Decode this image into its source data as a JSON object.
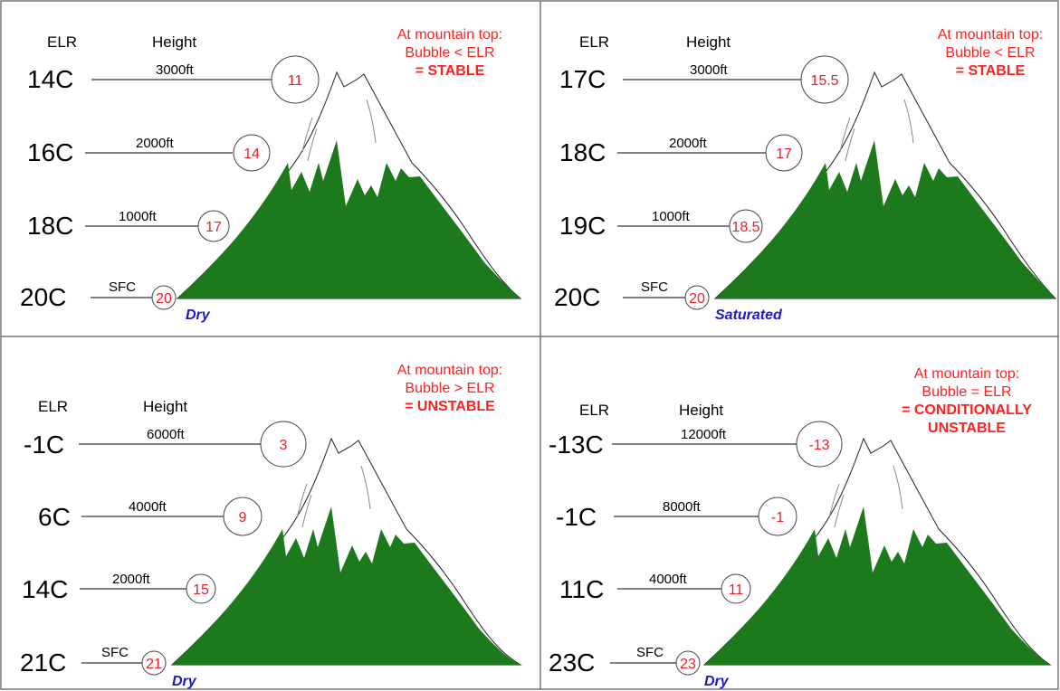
{
  "panels": [
    {
      "elr_header": "ELR",
      "height_header": "Height",
      "rows": [
        {
          "elr": "14C",
          "height": "3000ft",
          "bubble": "11"
        },
        {
          "elr": "16C",
          "height": "2000ft",
          "bubble": "14"
        },
        {
          "elr": "18C",
          "height": "1000ft",
          "bubble": "17"
        },
        {
          "elr": "20C",
          "height": "SFC",
          "bubble": "20"
        }
      ],
      "note": [
        "At mountain top:",
        "Bubble < ELR",
        "= STABLE"
      ],
      "process": "Dry"
    },
    {
      "elr_header": "ELR",
      "height_header": "Height",
      "rows": [
        {
          "elr": "17C",
          "height": "3000ft",
          "bubble": "15.5"
        },
        {
          "elr": "18C",
          "height": "2000ft",
          "bubble": "17"
        },
        {
          "elr": "19C",
          "height": "1000ft",
          "bubble": "18.5"
        },
        {
          "elr": "20C",
          "height": "SFC",
          "bubble": "20"
        }
      ],
      "note": [
        "At mountain top:",
        "Bubble < ELR",
        "= STABLE"
      ],
      "process": "Saturated"
    },
    {
      "elr_header": "ELR",
      "height_header": "Height",
      "rows": [
        {
          "elr": "-1C",
          "height": "6000ft",
          "bubble": "3"
        },
        {
          "elr": "6C",
          "height": "4000ft",
          "bubble": "9"
        },
        {
          "elr": "14C",
          "height": "2000ft",
          "bubble": "15"
        },
        {
          "elr": "21C",
          "height": "SFC",
          "bubble": "21"
        }
      ],
      "note": [
        "At mountain top:",
        "Bubble > ELR",
        "= UNSTABLE"
      ],
      "process": "Dry"
    },
    {
      "elr_header": "ELR",
      "height_header": "Height",
      "rows": [
        {
          "elr": "-13C",
          "height": "12000ft",
          "bubble": "-13"
        },
        {
          "elr": "-1C",
          "height": "8000ft",
          "bubble": "-1"
        },
        {
          "elr": "11C",
          "height": "4000ft",
          "bubble": "11"
        },
        {
          "elr": "23C",
          "height": "SFC",
          "bubble": "23"
        }
      ],
      "note": [
        "At mountain top:",
        "Bubble = ELR",
        "= CONDITIONALLY",
        "UNSTABLE"
      ],
      "process": "Dry"
    }
  ],
  "colors": {
    "mountain": "#1c7a1c",
    "snow": "#ffffff",
    "bubble_text": "#e8202a",
    "note_text": "#ff2020",
    "process_text": "#1a1acc"
  }
}
